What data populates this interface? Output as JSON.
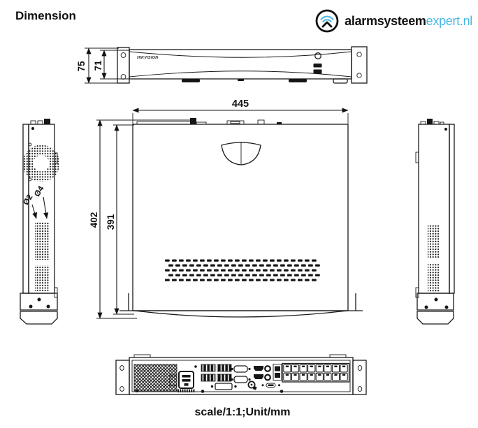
{
  "header": {
    "title": "Dimension",
    "logo": {
      "icon": "wifi-arcs-icon",
      "primary": "alarmsysteem",
      "secondary": "expert.nl",
      "accent_color": "#49b8e5"
    }
  },
  "drawing": {
    "brand_label": "HIKVISION",
    "scale_note": "scale/1:1;Unit/mm",
    "line_color": "#1a1a1a",
    "dimensions": {
      "front_height_outer_mm": "75",
      "front_height_inner_mm": "71",
      "width_mm": "445",
      "depth_outer_mm": "402",
      "depth_inner_mm": "391",
      "side_hole_small": "Ø2",
      "side_hole_large": "Ø4"
    },
    "rear": {
      "ethernet_ports": 16,
      "ethernet_rows": 2
    }
  }
}
